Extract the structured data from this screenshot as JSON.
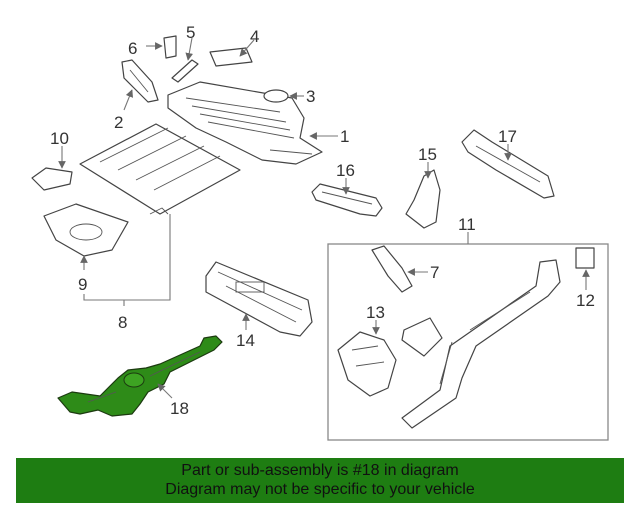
{
  "diagram": {
    "callouts": [
      "1",
      "2",
      "3",
      "4",
      "5",
      "6",
      "7",
      "8",
      "9",
      "10",
      "11",
      "12",
      "13",
      "14",
      "15",
      "16",
      "17",
      "18"
    ],
    "highlight_color": "#2e8b18"
  },
  "banner": {
    "line1": "Part or sub-assembly is #18 in diagram",
    "line2": "Diagram may not be specific to your vehicle",
    "background": "#1e7d12"
  }
}
